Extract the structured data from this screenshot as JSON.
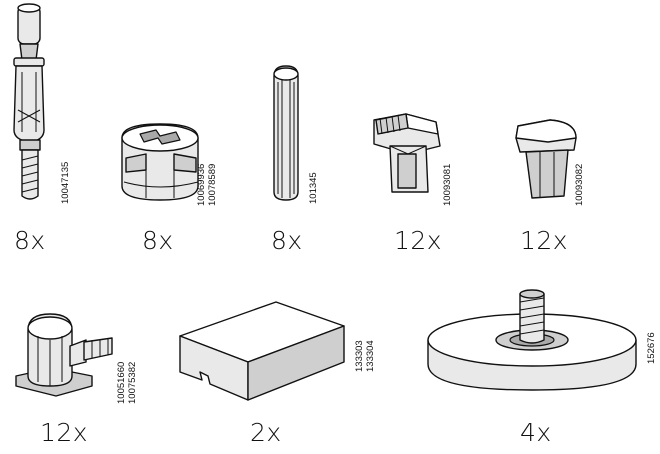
{
  "parts": [
    {
      "id": "cam-bolt",
      "codes": [
        "10047135"
      ],
      "quantity": "8x",
      "icon": "cam-bolt-icon"
    },
    {
      "id": "cam-lock",
      "codes": [
        "10069936",
        "10078589"
      ],
      "quantity": "8x",
      "icon": "cam-lock-icon"
    },
    {
      "id": "wood-dowel",
      "codes": [
        "101345"
      ],
      "quantity": "8x",
      "icon": "wooden-dowel-icon"
    },
    {
      "id": "shelf-clip",
      "codes": [
        "10093081"
      ],
      "quantity": "12x",
      "icon": "shelf-clip-icon"
    },
    {
      "id": "shelf-support-cap",
      "codes": [
        "10093082"
      ],
      "quantity": "12x",
      "icon": "shelf-support-cap-icon"
    },
    {
      "id": "hose-connector",
      "codes": [
        "10051660",
        "10075382"
      ],
      "quantity": "12x",
      "icon": "connector-fitting-icon"
    },
    {
      "id": "rubber-pad",
      "codes": [
        "133303",
        "133304"
      ],
      "quantity": "2x",
      "icon": "rubber-pad-icon"
    },
    {
      "id": "adjustable-foot",
      "codes": [
        "152676"
      ],
      "quantity": "4x",
      "icon": "adjustable-foot-icon"
    }
  ]
}
